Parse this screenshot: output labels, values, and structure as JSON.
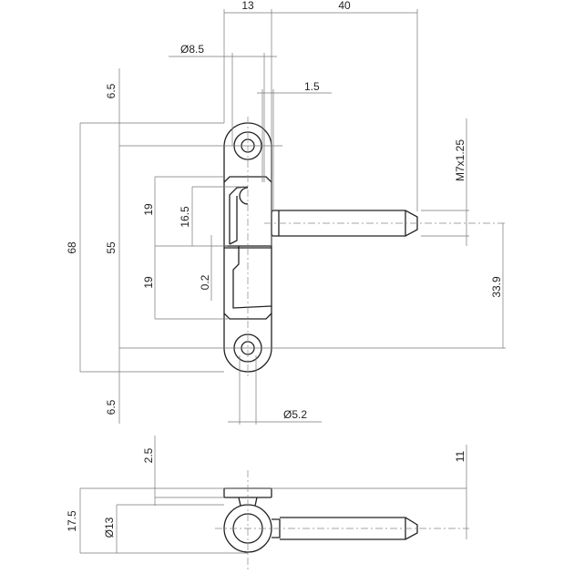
{
  "dimensions": {
    "width_13": "13",
    "length_40": "40",
    "dia_8_5": "Ø8.5",
    "offset_1_5": "1.5",
    "top_6_5": "6.5",
    "total_68": "68",
    "pitch_55": "55",
    "upper_19": "19",
    "lower_19": "19",
    "slot_16_5": "16.5",
    "gap_0_2": "0.2",
    "bottom_6_5": "6.5",
    "thread": "M7x1.25",
    "pin_pos_33_9": "33.9",
    "hole_5_2": "Ø5.2",
    "flange_2_5": "2.5",
    "height_17_5": "17.5",
    "ring_13": "Ø13",
    "pin_11": "11"
  }
}
